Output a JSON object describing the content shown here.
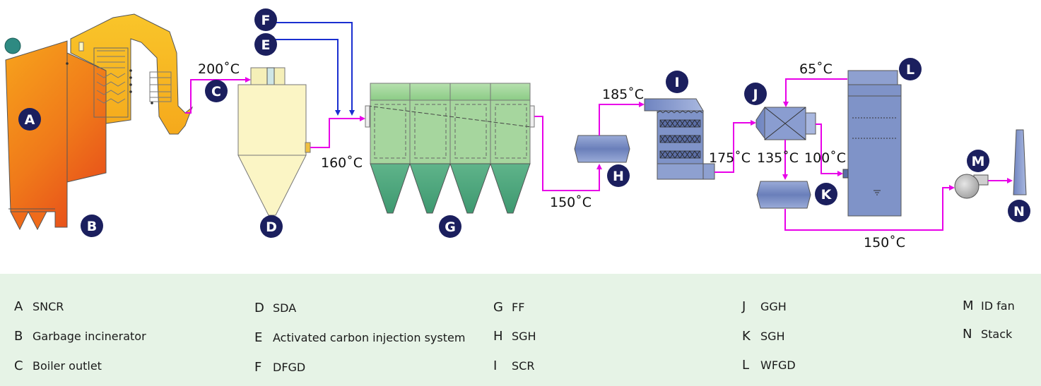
{
  "labels": {
    "A": "A",
    "B": "B",
    "C": "C",
    "D": "D",
    "E": "E",
    "F": "F",
    "G": "G",
    "H": "H",
    "I": "I",
    "J": "J",
    "K": "K",
    "L": "L",
    "M": "M",
    "N": "N"
  },
  "temperatures": {
    "boiler_outlet": "200˚C",
    "sda_outlet": "160˚C",
    "ff_outlet": "150˚C",
    "scr_inlet": "185˚C",
    "scr_outlet": "175˚C",
    "stack_return": "65˚C",
    "ggh_mid": "135˚C",
    "wfgd_inlet": "100˚C",
    "to_fan": "150˚C"
  },
  "legend": [
    {
      "key": "A",
      "text": "SNCR"
    },
    {
      "key": "B",
      "text": "Garbage incinerator"
    },
    {
      "key": "C",
      "text": "Boiler outlet"
    },
    {
      "key": "D",
      "text": "SDA"
    },
    {
      "key": "E",
      "text": "Activated carbon injection system"
    },
    {
      "key": "F",
      "text": "DFGD"
    },
    {
      "key": "G",
      "text": "FF"
    },
    {
      "key": "H",
      "text": "SGH"
    },
    {
      "key": "I",
      "text": "SCR"
    },
    {
      "key": "J",
      "text": "GGH"
    },
    {
      "key": "K",
      "text": "SGH"
    },
    {
      "key": "L",
      "text": "WFGD"
    },
    {
      "key": "M",
      "text": "ID fan"
    },
    {
      "key": "N",
      "text": "Stack"
    }
  ],
  "colors": {
    "flue_line": "#e800e8",
    "injection_line": "#1a2fd0",
    "label_circle": "#1b1f5e",
    "equipment_blue": "#7f93c8",
    "ff_green": "#a8d8a0",
    "legend_bg": "#e6f3e6"
  }
}
